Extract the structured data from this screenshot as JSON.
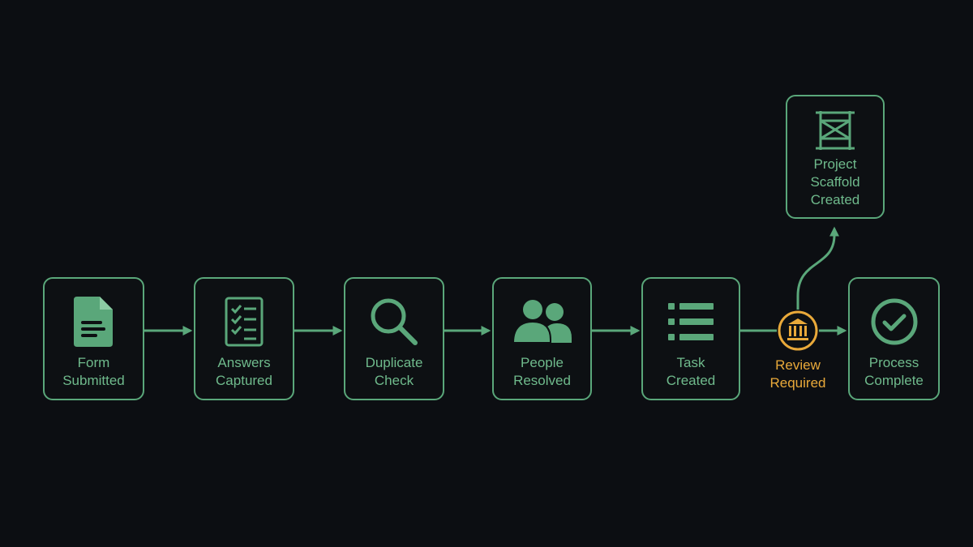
{
  "steps": [
    {
      "id": "form-submitted",
      "icon": "document-icon",
      "label_line1": "Form",
      "label_line2": "Submitted"
    },
    {
      "id": "answers-captured",
      "icon": "checklist-icon",
      "label_line1": "Answers",
      "label_line2": "Captured"
    },
    {
      "id": "duplicate-check",
      "icon": "magnifier-icon",
      "label_line1": "Duplicate",
      "label_line2": "Check"
    },
    {
      "id": "people-resolved",
      "icon": "people-icon",
      "label_line1": "People",
      "label_line2": "Resolved"
    },
    {
      "id": "task-created",
      "icon": "list-icon",
      "label_line1": "Task",
      "label_line2": "Created"
    },
    {
      "id": "process-complete",
      "icon": "check-circle-icon",
      "label_line1": "Process",
      "label_line2": "Complete"
    }
  ],
  "review": {
    "icon": "bank-icon",
    "label_line1": "Review",
    "label_line2": "Required"
  },
  "branch": {
    "icon": "scaffold-icon",
    "label_line1": "Project",
    "label_line2": "Scaffold",
    "label_line3": "Created"
  },
  "colors": {
    "background": "#0c0e12",
    "node_stroke": "#5aa77a",
    "node_text": "#6fba8c",
    "review_accent": "#e9a93a"
  }
}
